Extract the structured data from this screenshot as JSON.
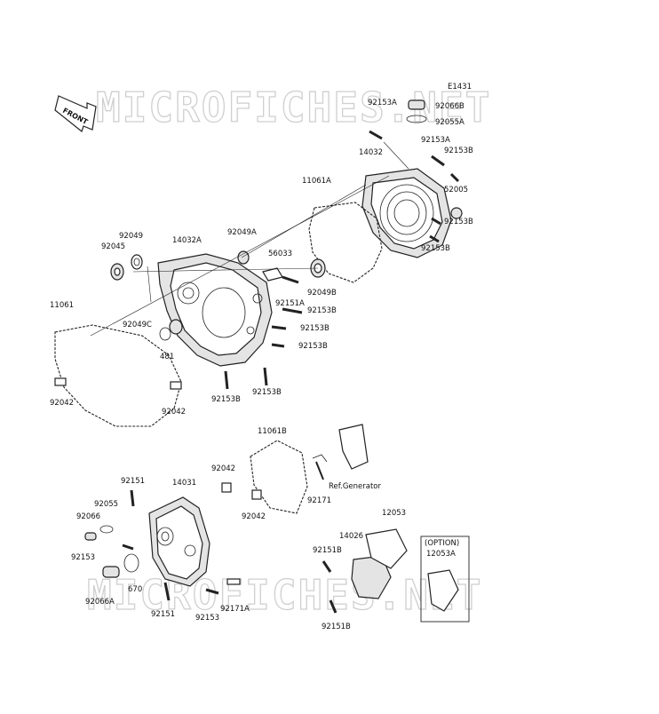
{
  "diagram_code": "E1431",
  "front_label": "FRONT",
  "watermark": "MICROFICHES.NET",
  "option_label": "(OPTION)",
  "ref_label": "Ref.Generator",
  "part_labels": [
    {
      "id": "92153A_top",
      "text": "92153A"
    },
    {
      "id": "92066B",
      "text": "92066B"
    },
    {
      "id": "92055A",
      "text": "92055A"
    },
    {
      "id": "14032",
      "text": "14032"
    },
    {
      "id": "92153A_mid",
      "text": "92153A"
    },
    {
      "id": "92153B_r1",
      "text": "92153B"
    },
    {
      "id": "11061A",
      "text": "11061A"
    },
    {
      "id": "52005",
      "text": "52005"
    },
    {
      "id": "92153B_r2",
      "text": "92153B"
    },
    {
      "id": "92153B_r3",
      "text": "92153B"
    },
    {
      "id": "92049",
      "text": "92049"
    },
    {
      "id": "92045",
      "text": "92045"
    },
    {
      "id": "14032A",
      "text": "14032A"
    },
    {
      "id": "92049A",
      "text": "92049A"
    },
    {
      "id": "56033",
      "text": "56033"
    },
    {
      "id": "92049B",
      "text": "92049B"
    },
    {
      "id": "92151A",
      "text": "92151A"
    },
    {
      "id": "92153B_c1",
      "text": "92153B"
    },
    {
      "id": "11061",
      "text": "11061"
    },
    {
      "id": "92049C",
      "text": "92049C"
    },
    {
      "id": "92153B_c2",
      "text": "92153B"
    },
    {
      "id": "92153B_c3",
      "text": "92153B"
    },
    {
      "id": "481",
      "text": "481"
    },
    {
      "id": "92042_l",
      "text": "92042"
    },
    {
      "id": "92042_m",
      "text": "92042"
    },
    {
      "id": "92153B_b1",
      "text": "92153B"
    },
    {
      "id": "92153B_b2",
      "text": "92153B"
    },
    {
      "id": "11061B",
      "text": "11061B"
    },
    {
      "id": "92042_c",
      "text": "92042"
    },
    {
      "id": "92151",
      "text": "92151"
    },
    {
      "id": "14031",
      "text": "14031"
    },
    {
      "id": "92055",
      "text": "92055"
    },
    {
      "id": "92066",
      "text": "92066"
    },
    {
      "id": "92042_d",
      "text": "92042"
    },
    {
      "id": "92171",
      "text": "92171"
    },
    {
      "id": "12053",
      "text": "12053"
    },
    {
      "id": "14026",
      "text": "14026"
    },
    {
      "id": "12053A",
      "text": "12053A"
    },
    {
      "id": "92153_l",
      "text": "92153"
    },
    {
      "id": "92151B_a",
      "text": "92151B"
    },
    {
      "id": "670",
      "text": "670"
    },
    {
      "id": "92066A",
      "text": "92066A"
    },
    {
      "id": "92151_b",
      "text": "92151"
    },
    {
      "id": "92153_b",
      "text": "92153"
    },
    {
      "id": "92171A",
      "text": "92171A"
    },
    {
      "id": "92151B_b",
      "text": "92151B"
    }
  ]
}
